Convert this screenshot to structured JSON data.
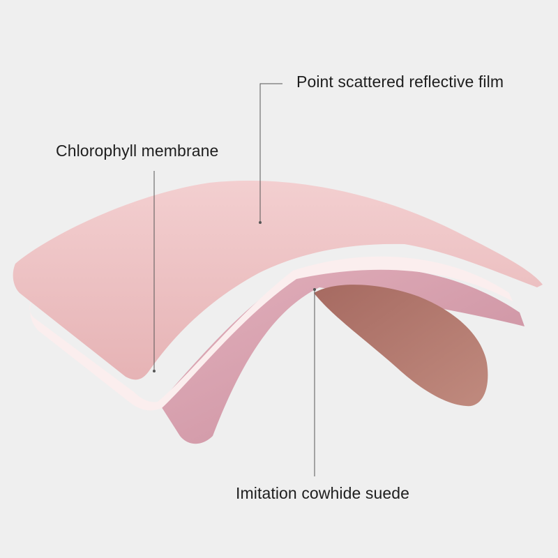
{
  "labels": {
    "reflective_film": "Point scattered reflective film",
    "chlorophyll": "Chlorophyll membrane",
    "suede": "Imitation cowhide suede"
  },
  "colors": {
    "background": "#efefef",
    "top_sheet": "#ecc0c1",
    "white_layer": "#fbeeee",
    "under_sheet": "#dba5b2",
    "suede": "#b2786e",
    "leader_line": "#555555"
  }
}
